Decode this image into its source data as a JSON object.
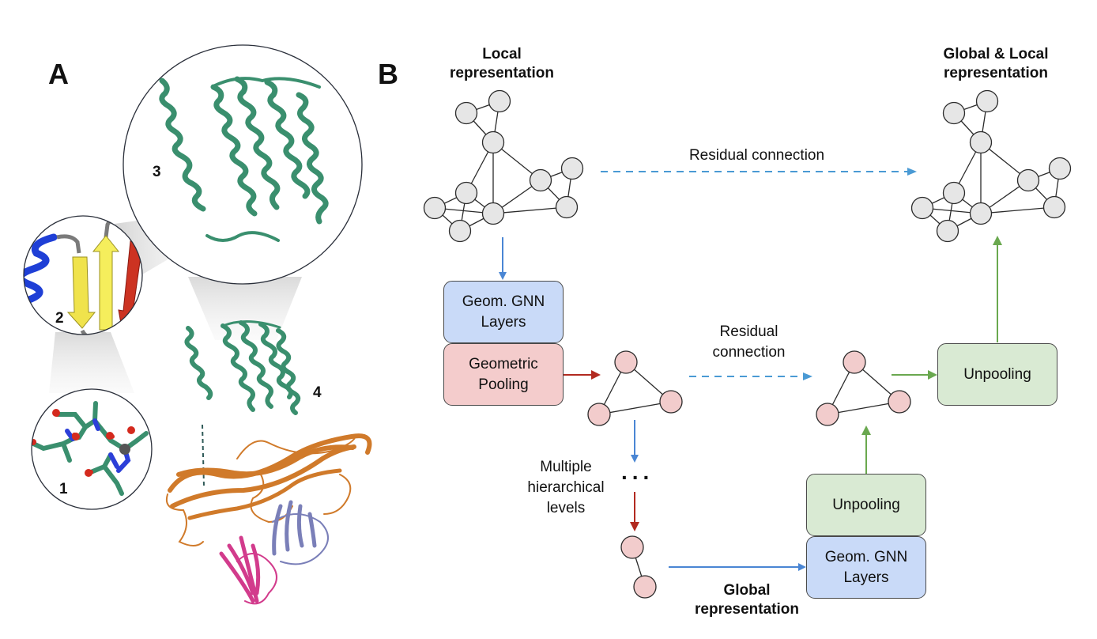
{
  "panel_a": {
    "label": "A",
    "zoom_levels": [
      {
        "number": "1",
        "description": "atom-level stick model"
      },
      {
        "number": "2",
        "description": "secondary structure (helix and beta strands)"
      },
      {
        "number": "3",
        "description": "single domain helical bundle"
      },
      {
        "number": "4",
        "description": "multi-chain protein complex"
      }
    ],
    "colors": {
      "helix_green": "#3a8f6e",
      "orange_chain": "#d07a2a",
      "magenta_chain": "#d23b8c",
      "lavender_chain": "#7a7fb8",
      "blue_helix": "#1f3fd6",
      "yellow_strand": "#f5e94a",
      "red_strand": "#cc3322",
      "atom_red": "#d42a1e",
      "atom_blue": "#2c3fd8"
    }
  },
  "panel_b": {
    "label": "B",
    "local_heading": "Local\nrepresentation",
    "global_local_heading": "Global & Local\nrepresentation",
    "global_heading": "Global\nrepresentation",
    "residual_top": "Residual connection",
    "residual_mid": "Residual\nconnection",
    "hierarchy_caption": "Multiple\nhierarchical\nlevels",
    "ellipsis": "...",
    "boxes": {
      "gnn_top": "Geom. GNN\nLayers",
      "pooling": "Geometric\nPooling",
      "unpool_upper": "Unpooling",
      "unpool_lower": "Unpooling",
      "gnn_bottom": "Geom. GNN\nLayers"
    },
    "colors": {
      "gnn_fill": "#c9daf8",
      "pool_fill": "#f4cccc",
      "unpool_fill": "#d9ead3",
      "node_gray": "#e6e6e6",
      "node_pink": "#f2cccc",
      "arrow_blue": "#4a86d4",
      "arrow_red": "#b22a20",
      "arrow_green": "#6aa84f",
      "dashed_blue": "#4a9ad4"
    },
    "graphs": {
      "full_graph": {
        "nodes": [
          "n0",
          "n1",
          "n2",
          "n3",
          "n4",
          "n5",
          "n6",
          "n7",
          "n8",
          "n9"
        ],
        "edges": [
          [
            "n0",
            "n1"
          ],
          [
            "n0",
            "n2"
          ],
          [
            "n1",
            "n2"
          ],
          [
            "n2",
            "n3"
          ],
          [
            "n2",
            "n6"
          ],
          [
            "n2",
            "n7"
          ],
          [
            "n3",
            "n4"
          ],
          [
            "n3",
            "n5"
          ],
          [
            "n3",
            "n6"
          ],
          [
            "n4",
            "n5"
          ],
          [
            "n4",
            "n6"
          ],
          [
            "n5",
            "n6"
          ],
          [
            "n6",
            "n7"
          ],
          [
            "n6",
            "n9"
          ],
          [
            "n7",
            "n8"
          ],
          [
            "n7",
            "n9"
          ],
          [
            "n8",
            "n9"
          ]
        ]
      },
      "triangle": {
        "nodes": [
          "t0",
          "t1",
          "t2"
        ],
        "edges": [
          [
            "t0",
            "t1"
          ],
          [
            "t0",
            "t2"
          ],
          [
            "t1",
            "t2"
          ]
        ]
      },
      "pair": {
        "nodes": [
          "p0",
          "p1"
        ],
        "edges": [
          [
            "p0",
            "p1"
          ]
        ]
      }
    }
  }
}
